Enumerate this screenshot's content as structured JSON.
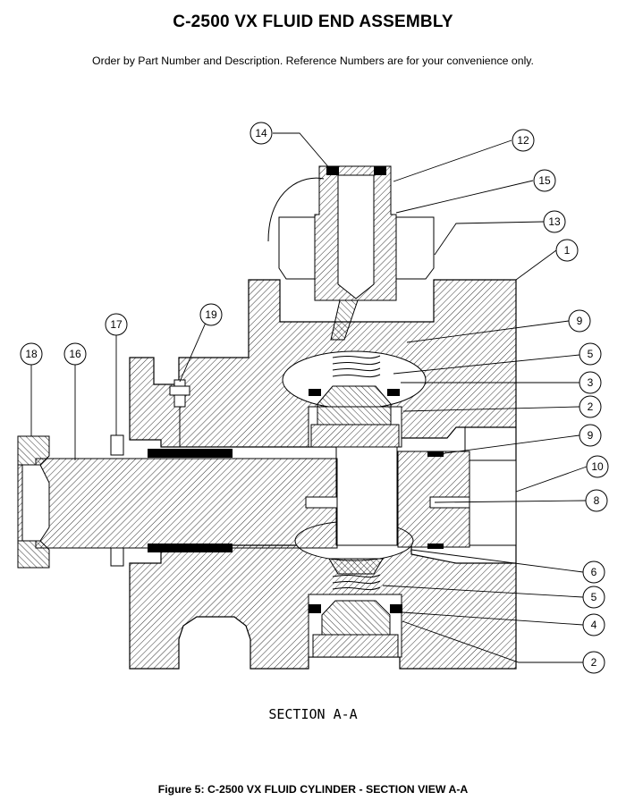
{
  "header": {
    "title": "C-2500 VX FLUID END ASSEMBLY",
    "note": "Order by Part Number and Description.  Reference Numbers are for your convenience only."
  },
  "drawing": {
    "section_label": "SECTION A-A",
    "callouts": [
      {
        "id": "c14",
        "label": "14"
      },
      {
        "id": "c12",
        "label": "12"
      },
      {
        "id": "c15",
        "label": "15"
      },
      {
        "id": "c13",
        "label": "13"
      },
      {
        "id": "c1",
        "label": "1"
      },
      {
        "id": "c19",
        "label": "19"
      },
      {
        "id": "c17",
        "label": "17"
      },
      {
        "id": "c9a",
        "label": "9"
      },
      {
        "id": "c18",
        "label": "18"
      },
      {
        "id": "c16",
        "label": "16"
      },
      {
        "id": "c5a",
        "label": "5"
      },
      {
        "id": "c3",
        "label": "3"
      },
      {
        "id": "c2a",
        "label": "2"
      },
      {
        "id": "c9b",
        "label": "9"
      },
      {
        "id": "c10",
        "label": "10"
      },
      {
        "id": "c8",
        "label": "8"
      },
      {
        "id": "c6",
        "label": "6"
      },
      {
        "id": "c5b",
        "label": "5"
      },
      {
        "id": "c4",
        "label": "4"
      },
      {
        "id": "c2b",
        "label": "2"
      }
    ]
  },
  "footer": {
    "caption": "Figure 5: C-2500 VX FLUID CYLINDER - SECTION VIEW A-A"
  }
}
